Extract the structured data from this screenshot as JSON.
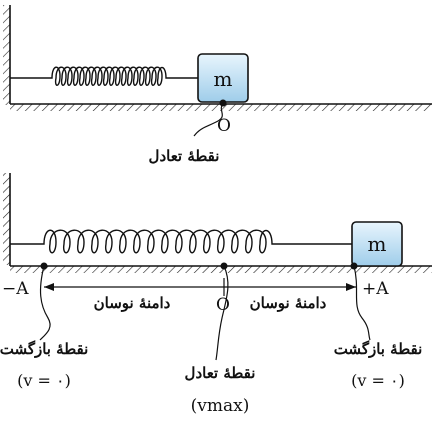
{
  "top_diagram": {
    "mass_label": "m",
    "origin_label": "O",
    "equilibrium_label": "نقطهٔ تعادل"
  },
  "bottom_diagram": {
    "mass_label": "m",
    "minus_a_label": "−A",
    "origin_label": "O",
    "plus_a_label": "+A",
    "amplitude_label_left": "دامنهٔ نوسان",
    "amplitude_label_right": "دامنهٔ نوسان",
    "return_point_left_label": "نقطهٔ بازگشت",
    "return_point_left_velocity": "(v = ۰)",
    "equilibrium_label": "نقطهٔ تعادل",
    "equilibrium_velocity": "(vmax)",
    "return_point_right_label": "نقطهٔ بازگشت",
    "return_point_right_velocity": "(v = ۰)"
  },
  "colors": {
    "mass_fill_light": "#ddf0fb",
    "mass_fill_dark": "#9fcdea",
    "line": "#111111"
  }
}
